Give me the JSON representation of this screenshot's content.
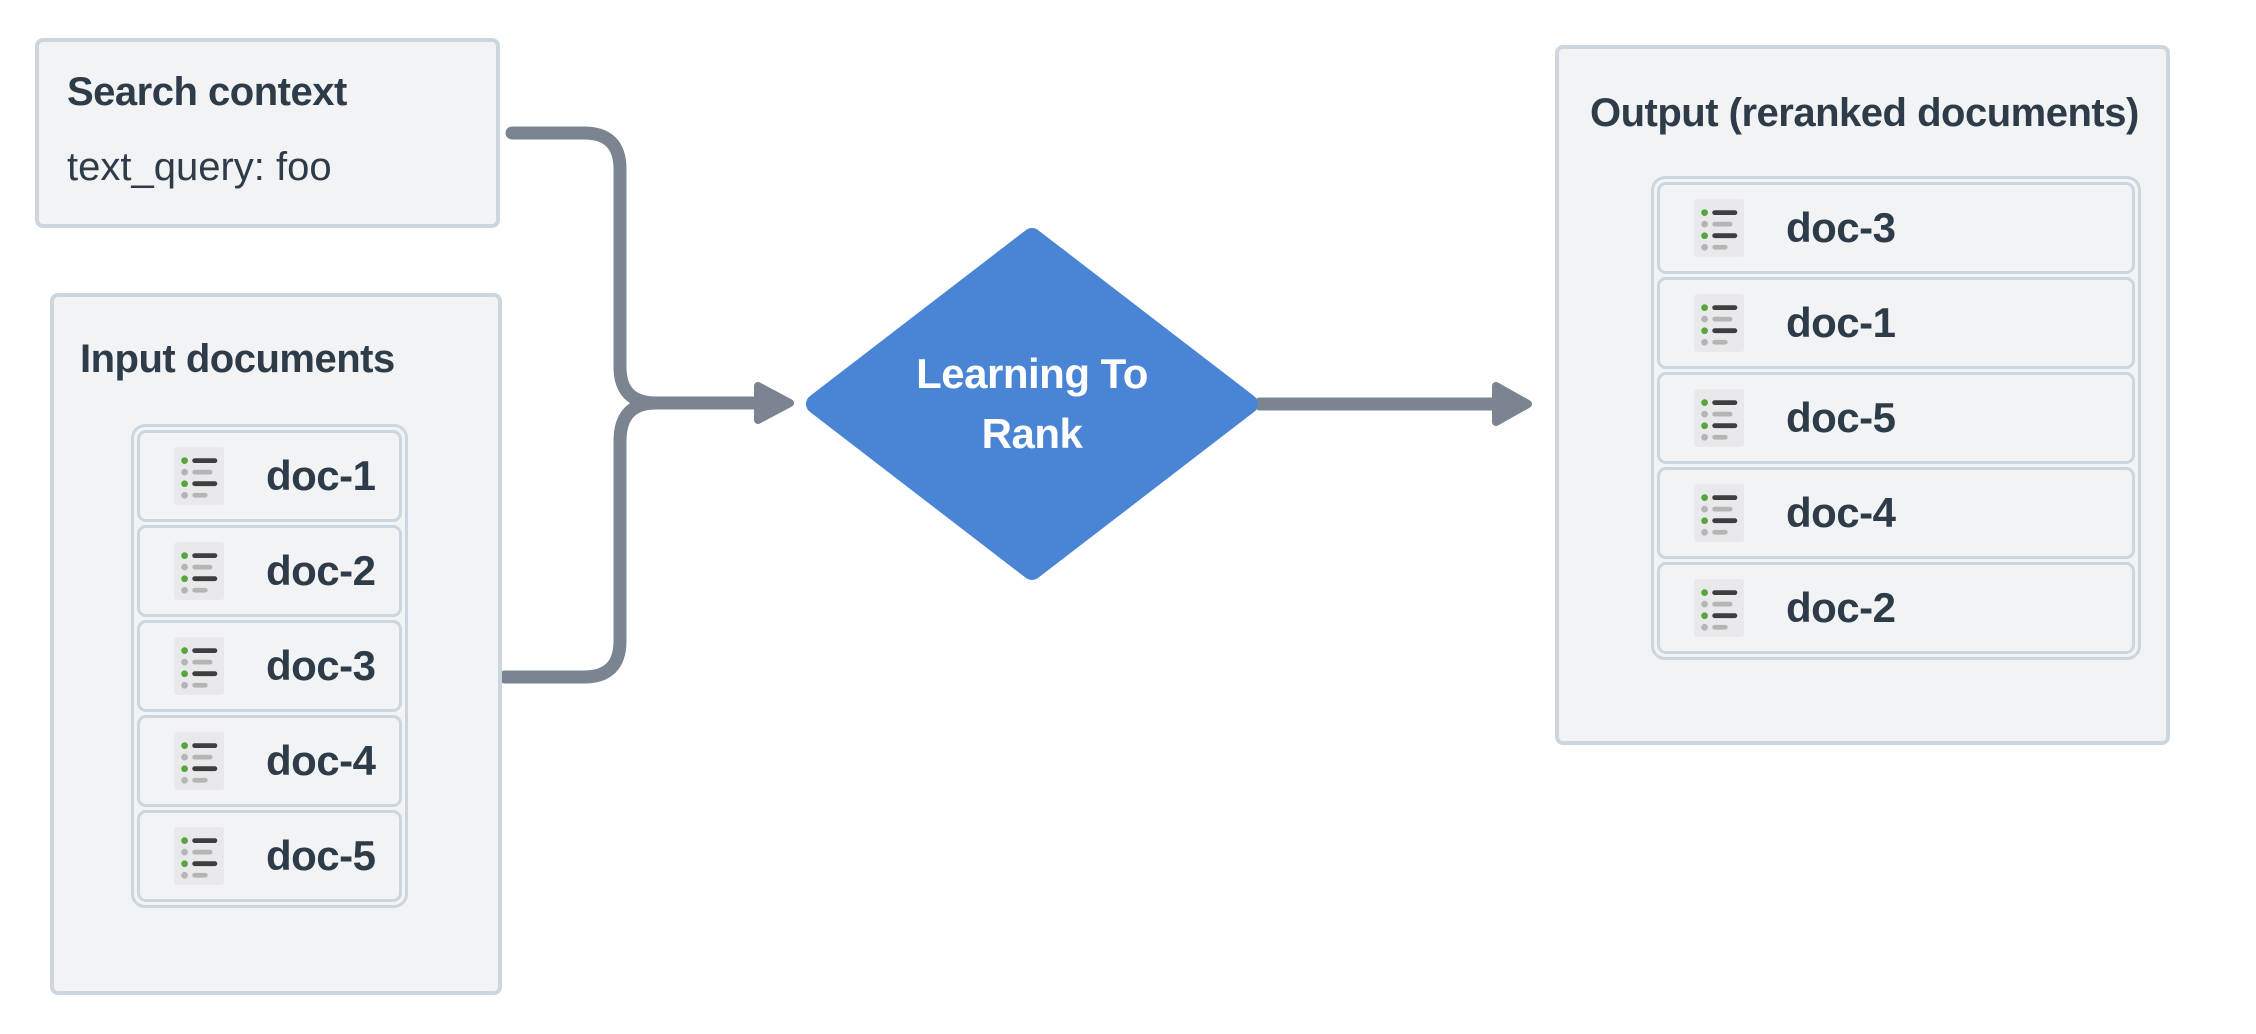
{
  "search_context": {
    "title": "Search context",
    "query": "text_query: foo"
  },
  "input_documents": {
    "title": "Input documents",
    "docs": [
      "doc-1",
      "doc-2",
      "doc-3",
      "doc-4",
      "doc-5"
    ]
  },
  "process": {
    "label": "Learning To Rank"
  },
  "output_documents": {
    "title": "Output (reranked documents)",
    "docs": [
      "doc-3",
      "doc-1",
      "doc-5",
      "doc-4",
      "doc-2"
    ]
  },
  "icons": {
    "doc": "list-icon"
  },
  "colors": {
    "accent_blue": "#4a84d4",
    "arrow_gray": "#7a8591",
    "panel_bg": "#f1f3f4",
    "panel_border": "#ccd6df",
    "text_dark": "#2e3b48",
    "icon_green": "#55a63e",
    "icon_dark": "#3e3e40",
    "icon_gray": "#b4b6b6",
    "diamond_text": "#ffffff"
  }
}
